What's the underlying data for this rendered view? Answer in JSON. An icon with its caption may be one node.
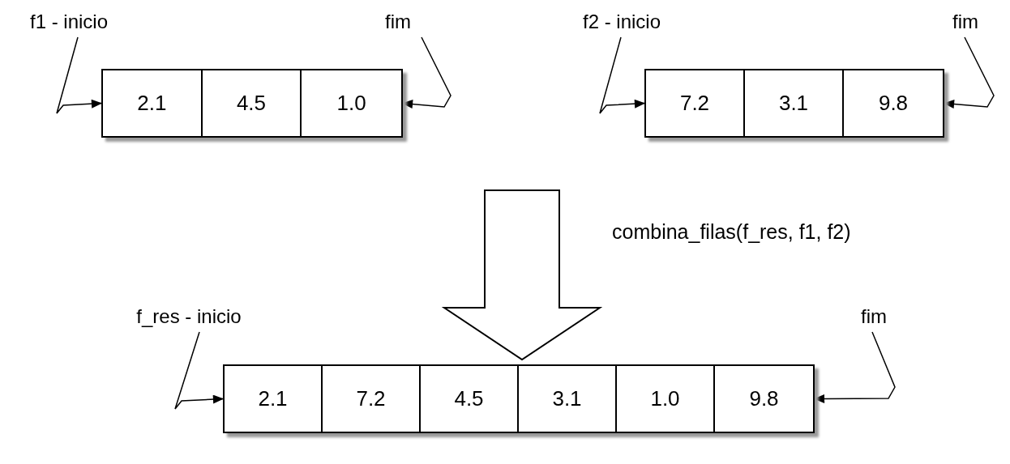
{
  "diagram": {
    "nodes": [
      {
        "text": [
          "f1 - inicio"
        ]
      },
      {
        "text": [
          "fim"
        ]
      },
      {
        "text": [
          "f2 - inicio"
        ]
      },
      {
        "text": [
          "fim"
        ]
      },
      {
        "text": [],
        "shape": "box"
      },
      {
        "text": [
          "2.1"
        ],
        "in": 4
      },
      {
        "text": [
          "4.5"
        ],
        "in": 4
      },
      {
        "text": [
          "1.0"
        ],
        "in": 4
      },
      {
        "text": [],
        "shape": "box"
      },
      {
        "text": [
          "7.2"
        ],
        "in": 8
      },
      {
        "text": [
          "3.1"
        ],
        "in": 8
      },
      {
        "text": [
          "9.8"
        ],
        "in": 8
      },
      {
        "text": [
          "f_res - inicio"
        ]
      },
      {
        "text": [
          "fim"
        ]
      },
      {
        "text": [],
        "shape": "box"
      },
      {
        "text": [
          "2.1"
        ],
        "in": 14
      },
      {
        "text": [
          "7.2"
        ],
        "in": 14
      },
      {
        "text": [
          "4.5"
        ],
        "in": 14
      },
      {
        "text": [
          "3.1"
        ],
        "in": 14
      },
      {
        "text": [
          "1.0"
        ],
        "in": 14
      },
      {
        "text": [
          "9.8"
        ],
        "in": 14
      }
    ],
    "edges": [
      {
        "from": 0,
        "to": 5,
        "arrow": "to"
      },
      {
        "from": 1,
        "to": 7,
        "arrow": "to"
      },
      {
        "from": 2,
        "to": 9,
        "arrow": "to"
      },
      {
        "from": 3,
        "to": 11,
        "arrow": "to"
      },
      {
        "from": 12,
        "to": 15,
        "arrow": "to"
      },
      {
        "from": 13,
        "to": 20,
        "arrow": "to"
      },
      {
        "from": null,
        "to": 14,
        "arrow": "to",
        "style": "thick",
        "label": "combina_filas(f_res, f1, f2)"
      }
    ]
  }
}
